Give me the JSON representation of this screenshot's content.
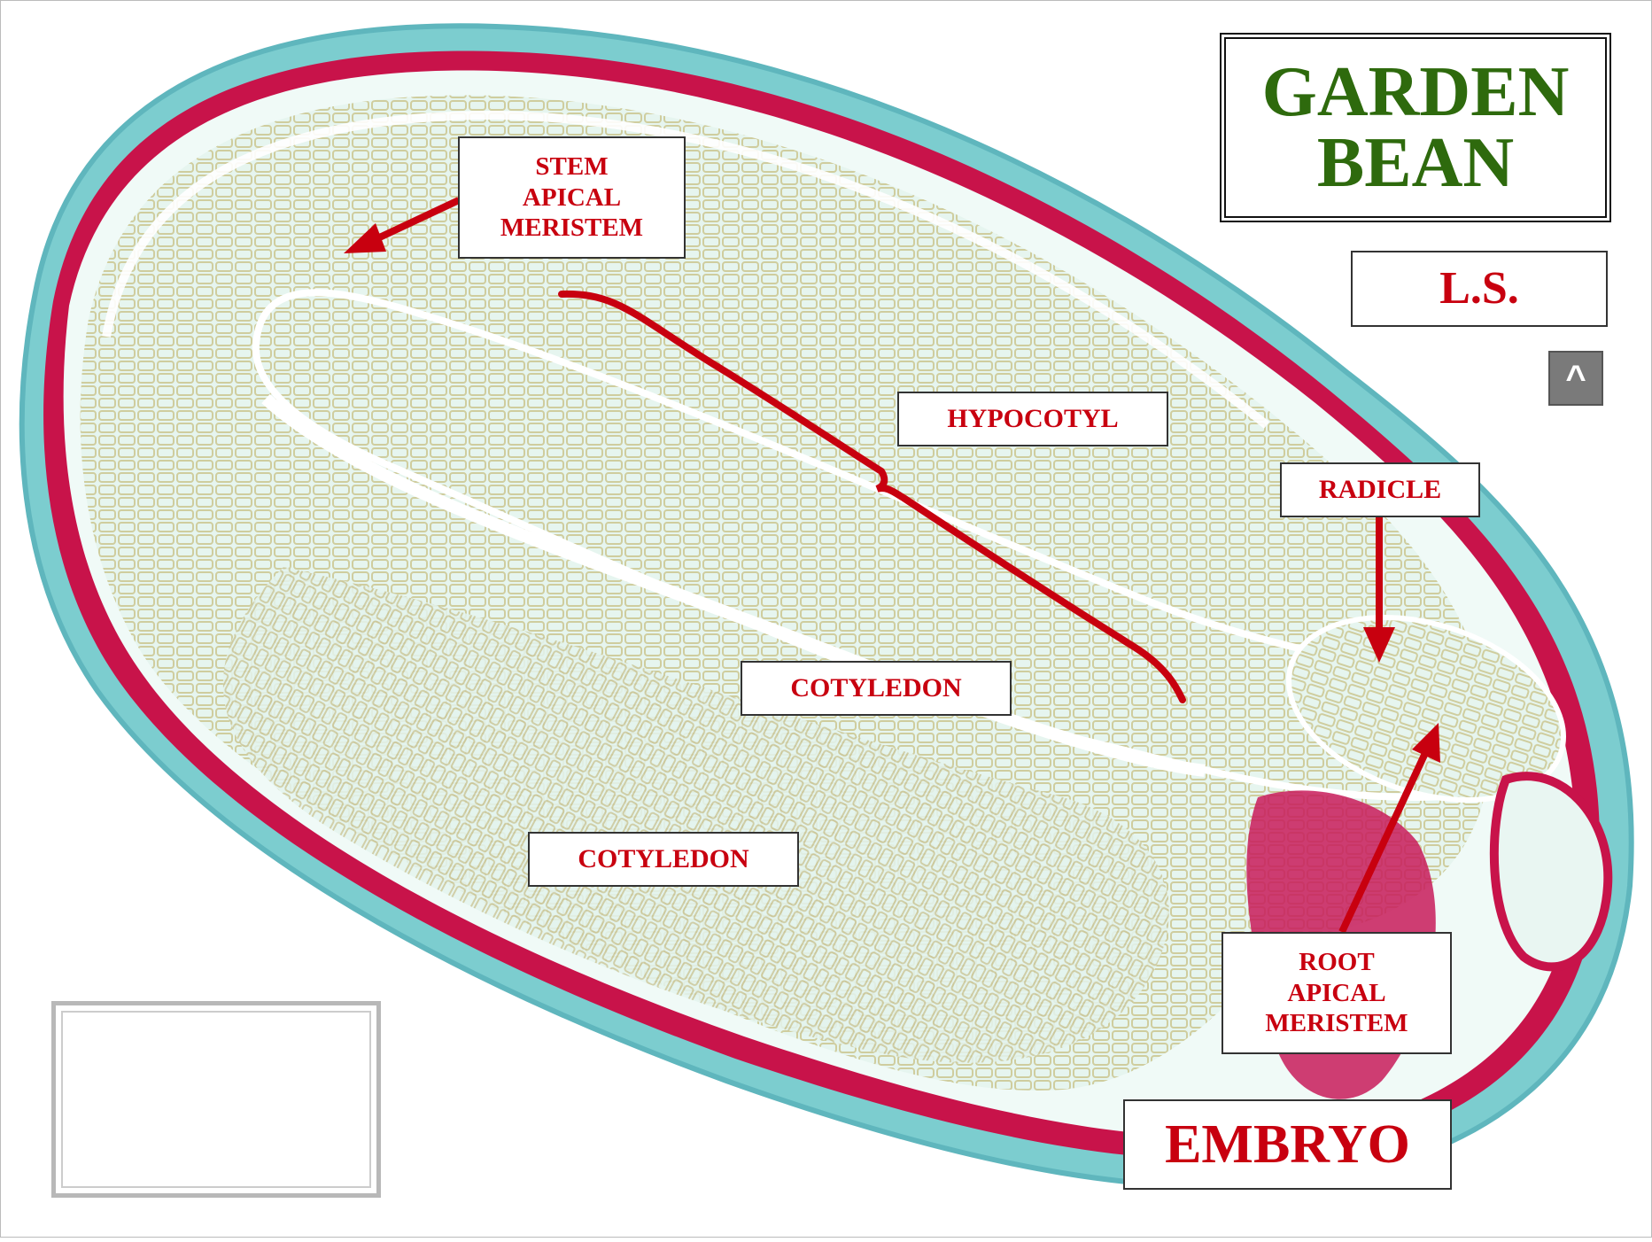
{
  "title": {
    "line1": "GARDEN",
    "line2": "BEAN"
  },
  "section_label": "L.S.",
  "nav_button": "^",
  "labels": {
    "stem_apical_meristem": [
      "STEM",
      "APICAL",
      "MERISTEM"
    ],
    "hypocotyl": "HYPOCOTYL",
    "radicle": "RADICLE",
    "cotyledon_upper": "COTYLEDON",
    "cotyledon_lower": "COTYLEDON",
    "root_apical_meristem": [
      "ROOT",
      "APICAL",
      "MERISTEM"
    ],
    "embryo": "EMBRYO"
  },
  "colors": {
    "label_text": "#c8000f",
    "title_text": "#2e6a0d",
    "arrow": "#c8000f",
    "seed_coat_outer": "#6fc6c9",
    "seed_coat_inner": "#c8134a",
    "tissue": "#dff3ee",
    "cell_walls": "#c9c7a0"
  },
  "icons": {
    "thumbnail": "bean-seed-photo-icon"
  }
}
